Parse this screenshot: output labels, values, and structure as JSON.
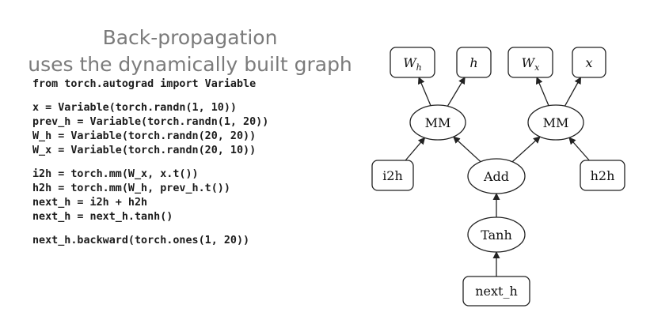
{
  "slide": {
    "title_line1": "Back-propagation",
    "title_line2": "uses the dynamically built graph"
  },
  "code": {
    "import_line": {
      "kw1": "from",
      "module": " torch.autograd ",
      "kw2": "import",
      "name": " Variable"
    },
    "group1": [
      "x = Variable(torch.randn(1, 10))",
      "prev_h = Variable(torch.randn(1, 20))",
      "W_h = Variable(torch.randn(20, 20))",
      "W_x = Variable(torch.randn(20, 10))"
    ],
    "group2": [
      "i2h = torch.mm(W_x, x.t())",
      "h2h = torch.mm(W_h, prev_h.t())",
      "next_h = i2h + h2h",
      "next_h = next_h.tanh()"
    ],
    "group3": [
      "next_h.backward(torch.ones(1, 20))"
    ]
  },
  "graph": {
    "nodes": {
      "wh": {
        "base": "W",
        "sub": "h",
        "shape": "rounded-rect"
      },
      "h": {
        "label": "h",
        "shape": "rounded-rect"
      },
      "wx": {
        "base": "W",
        "sub": "x",
        "shape": "rounded-rect"
      },
      "x": {
        "label": "x",
        "shape": "rounded-rect"
      },
      "mm1": {
        "label": "MM",
        "shape": "ellipse"
      },
      "mm2": {
        "label": "MM",
        "shape": "ellipse"
      },
      "i2h": {
        "label": "i2h",
        "shape": "rounded-rect"
      },
      "add": {
        "label": "Add",
        "shape": "ellipse"
      },
      "h2h": {
        "label": "h2h",
        "shape": "rounded-rect"
      },
      "tanh": {
        "label": "Tanh",
        "shape": "ellipse"
      },
      "nexth": {
        "label": "next_h",
        "shape": "rounded-rect"
      }
    },
    "edges": [
      {
        "from": "mm1",
        "to": "wh"
      },
      {
        "from": "mm1",
        "to": "h"
      },
      {
        "from": "mm2",
        "to": "wx"
      },
      {
        "from": "mm2",
        "to": "x"
      },
      {
        "from": "i2h",
        "to": "mm1"
      },
      {
        "from": "add",
        "to": "mm1"
      },
      {
        "from": "add",
        "to": "mm2"
      },
      {
        "from": "h2h",
        "to": "mm2"
      },
      {
        "from": "tanh",
        "to": "add"
      },
      {
        "from": "nexth",
        "to": "tanh"
      }
    ]
  },
  "colors": {
    "title": "#7b7b7b",
    "code": "#1c1c1c",
    "stroke": "#222222"
  }
}
